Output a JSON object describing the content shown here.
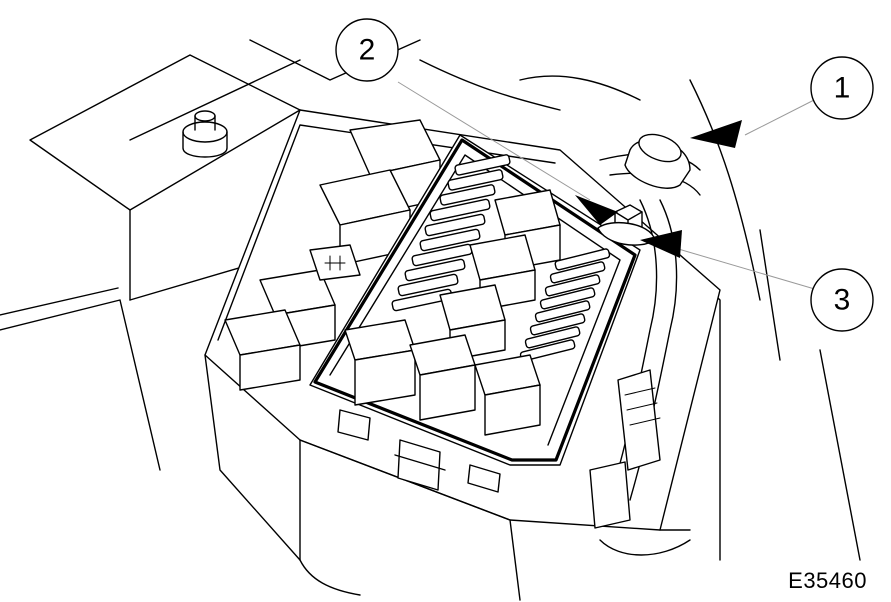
{
  "callouts": [
    {
      "label": "1"
    },
    {
      "label": "2"
    },
    {
      "label": "3"
    }
  ],
  "figure_id": "E35460",
  "colors": {
    "ink": "#000000",
    "leader": "#9a9a9a",
    "background": "#ffffff"
  }
}
